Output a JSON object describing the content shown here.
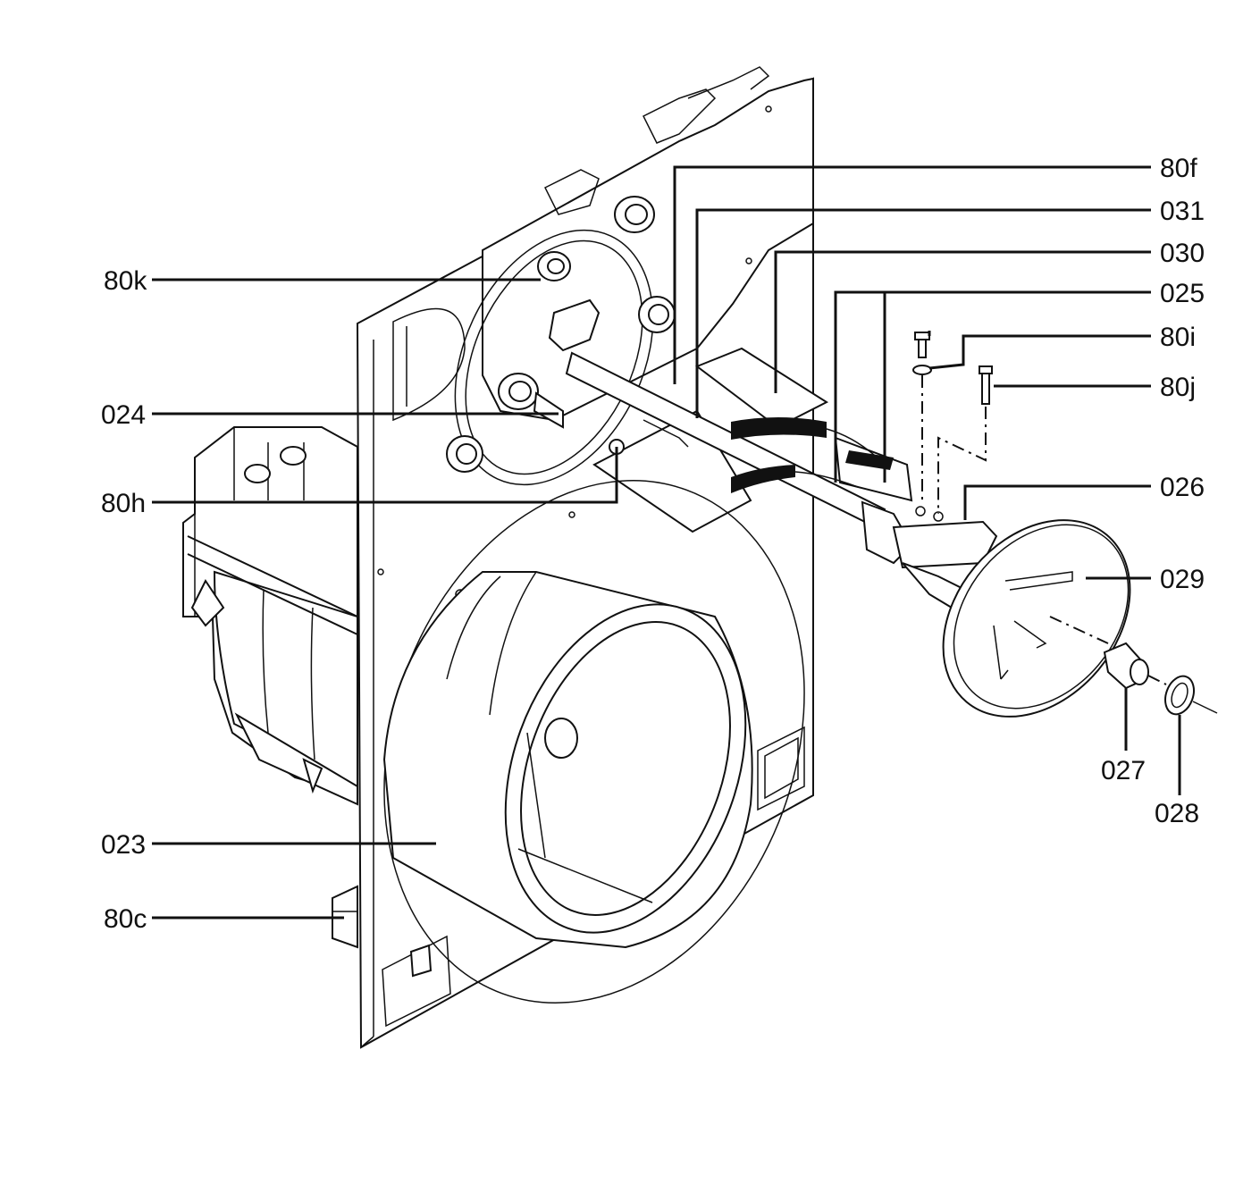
{
  "diagram": {
    "callouts": {
      "80f": "80f",
      "031": "031",
      "030": "030",
      "025": "025",
      "80i": "80i",
      "80j": "80j",
      "026": "026",
      "029": "029",
      "027": "027",
      "028": "028",
      "80k": "80k",
      "024": "024",
      "80h": "80h",
      "023": "023",
      "80c": "80c"
    }
  }
}
